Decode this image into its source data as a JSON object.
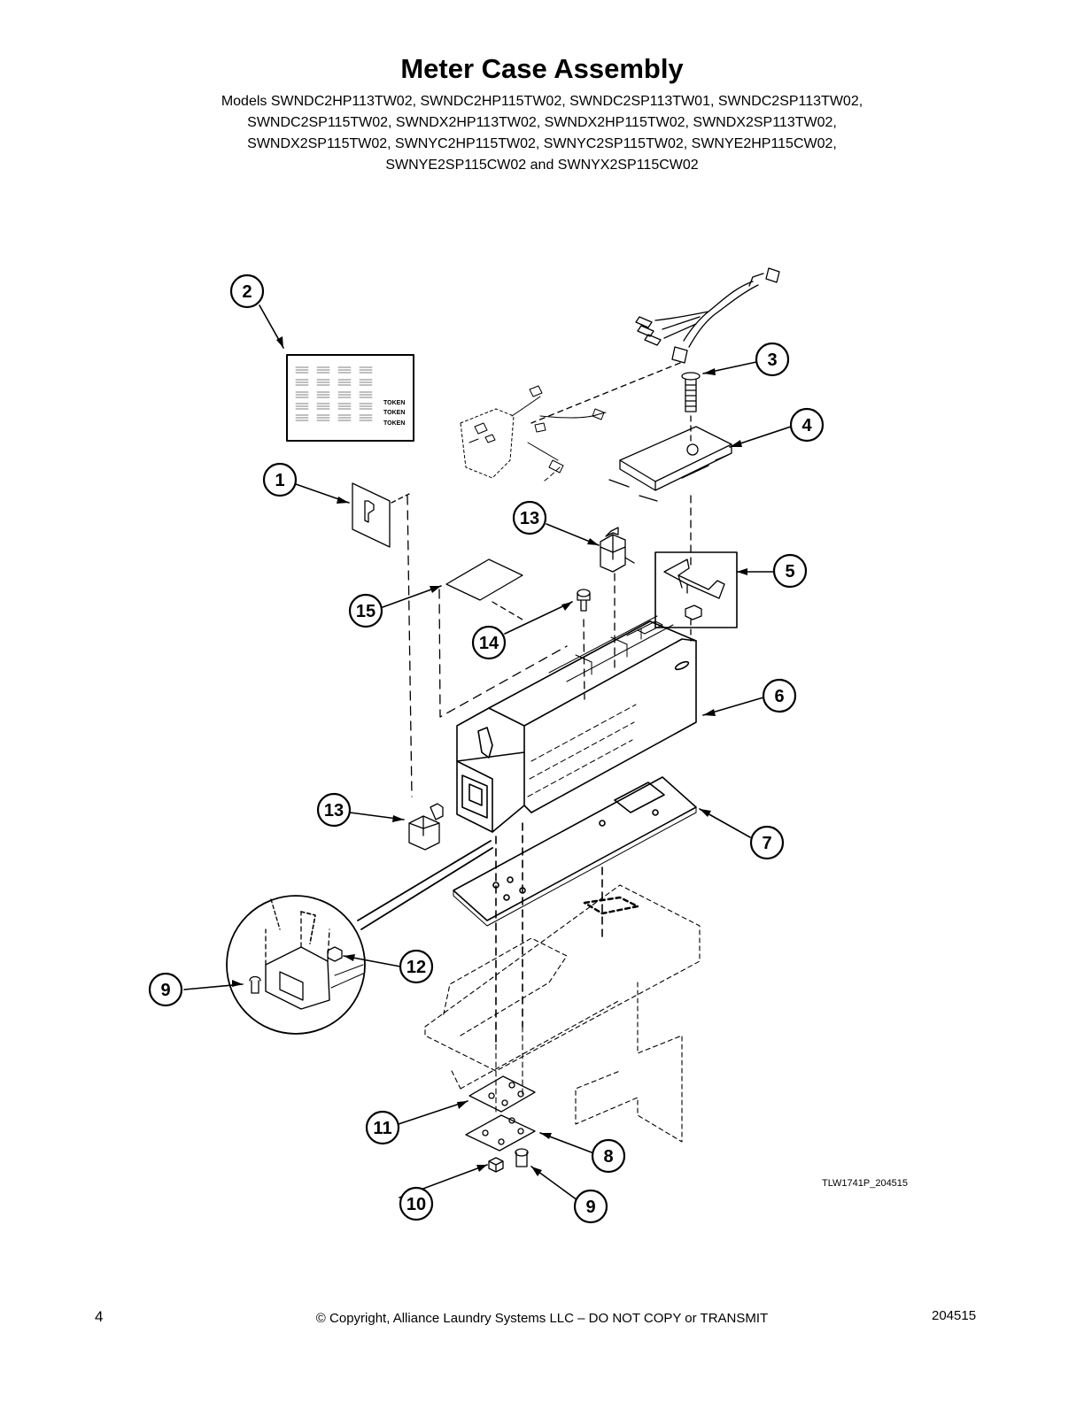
{
  "header": {
    "title": "Meter Case Assembly",
    "models": [
      "Models SWNDC2HP113TW02, SWNDC2HP115TW02, SWNDC2SP113TW01, SWNDC2SP113TW02,",
      "SWNDC2SP115TW02, SWNDX2HP113TW02, SWNDX2HP115TW02, SWNDX2SP113TW02,",
      "SWNDX2SP115TW02, SWNYC2HP115TW02, SWNYC2SP115TW02, SWNYE2HP115CW02,",
      "SWNYE2SP115CW02 and SWNYX2SP115CW02"
    ]
  },
  "diagram": {
    "callouts": [
      "1",
      "2",
      "3",
      "4",
      "5",
      "6",
      "7",
      "8",
      "9",
      "9",
      "10",
      "11",
      "12",
      "13",
      "13",
      "14",
      "15"
    ],
    "decal_text": [
      "TOKEN",
      "TOKEN",
      "TOKEN"
    ],
    "drawing_number": "TLW1741P_204515"
  },
  "footer": {
    "page_number": "4",
    "copyright": "© Copyright, Alliance Laundry Systems LLC – DO NOT COPY or TRANSMIT",
    "doc_number": "204515"
  }
}
